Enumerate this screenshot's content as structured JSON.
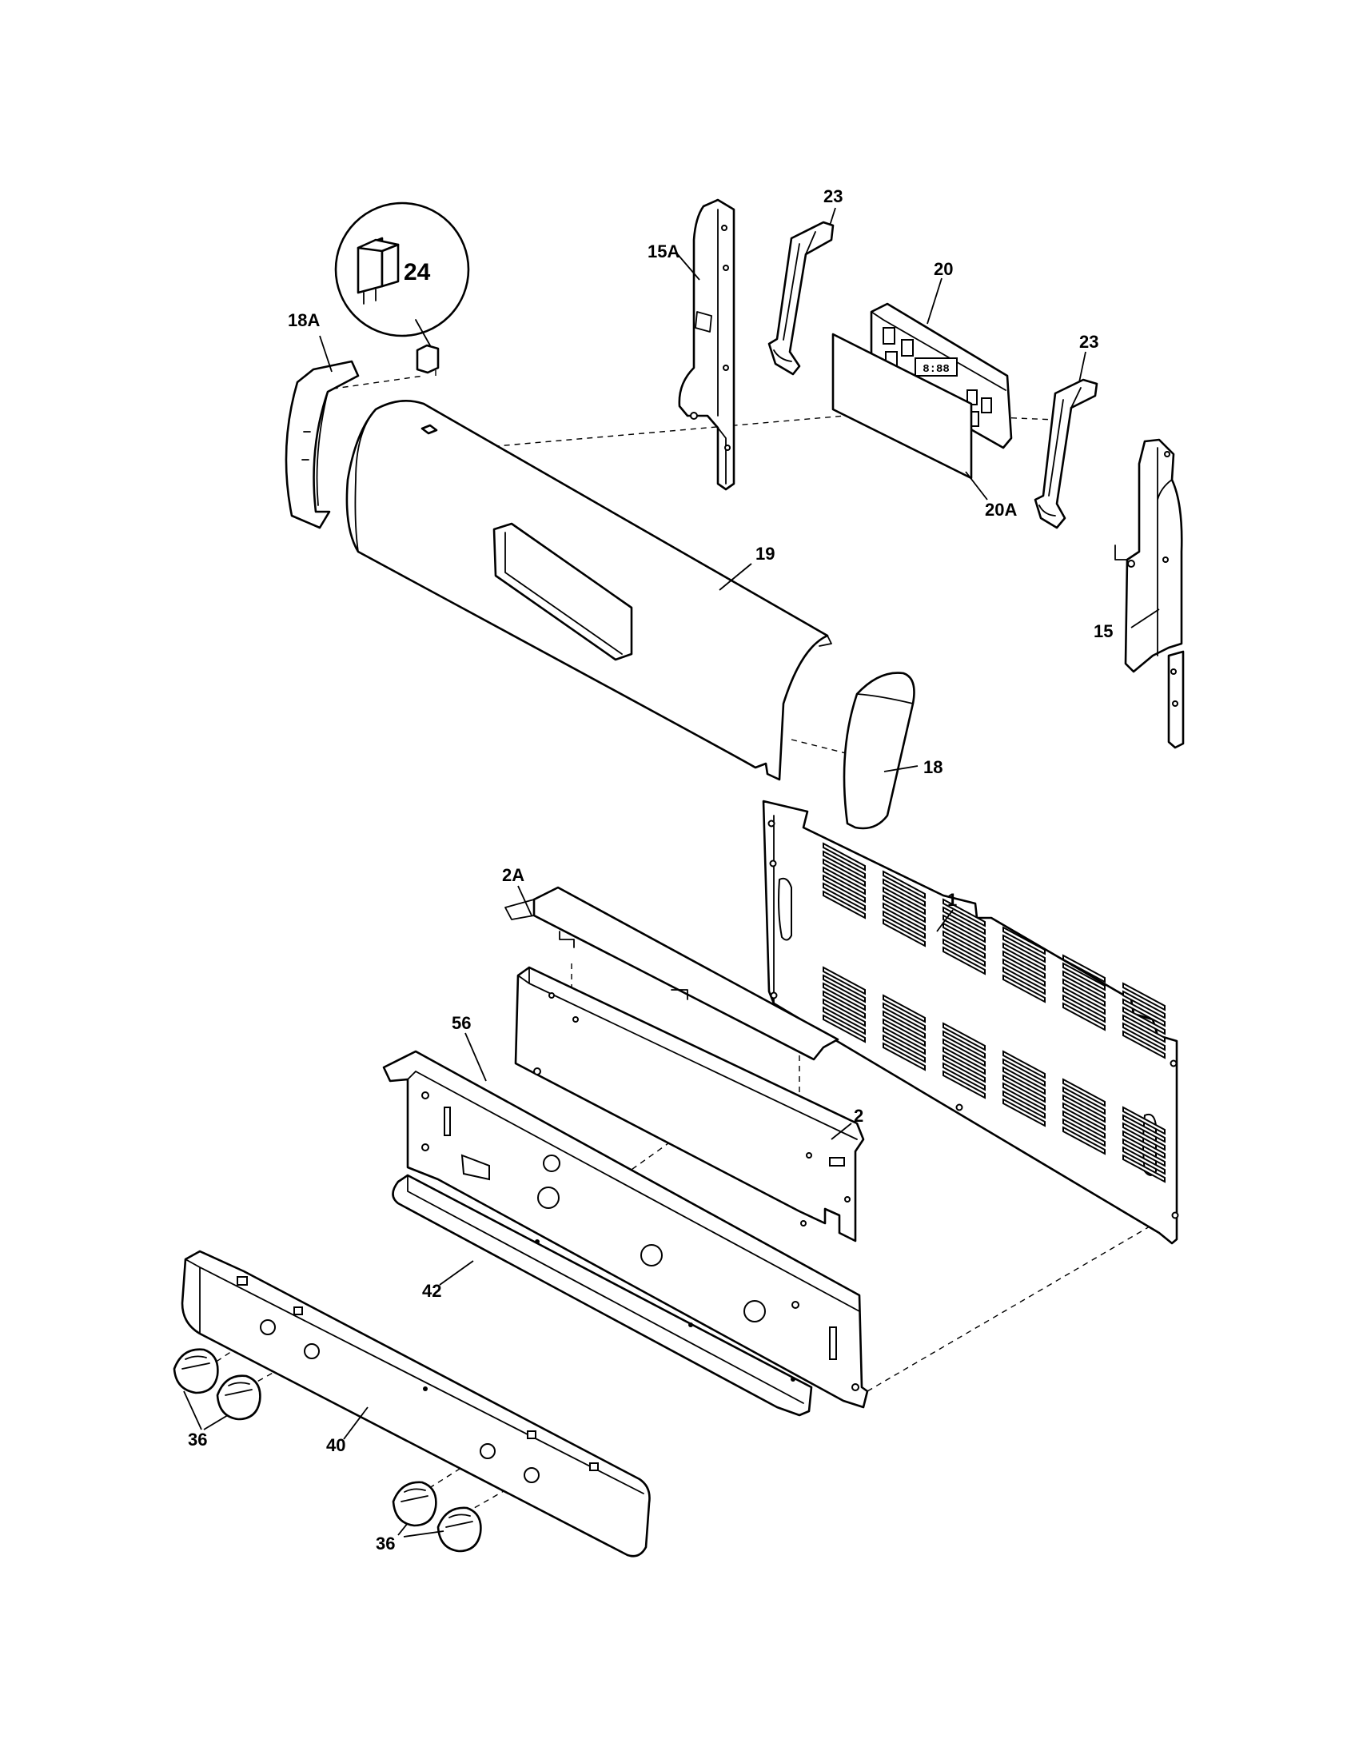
{
  "diagram": {
    "callouts": {
      "p1": "1",
      "p2": "2",
      "p2a": "2A",
      "p15": "15",
      "p15a": "15A",
      "p18": "18",
      "p18a": "18A",
      "p19": "19",
      "p20": "20",
      "p20a": "20A",
      "p23_top": "23",
      "p23_right": "23",
      "p24": "24",
      "p36_left": "36",
      "p36_right": "36",
      "p40": "40",
      "p42": "42",
      "p56": "56"
    },
    "clock_display": "8:88"
  }
}
